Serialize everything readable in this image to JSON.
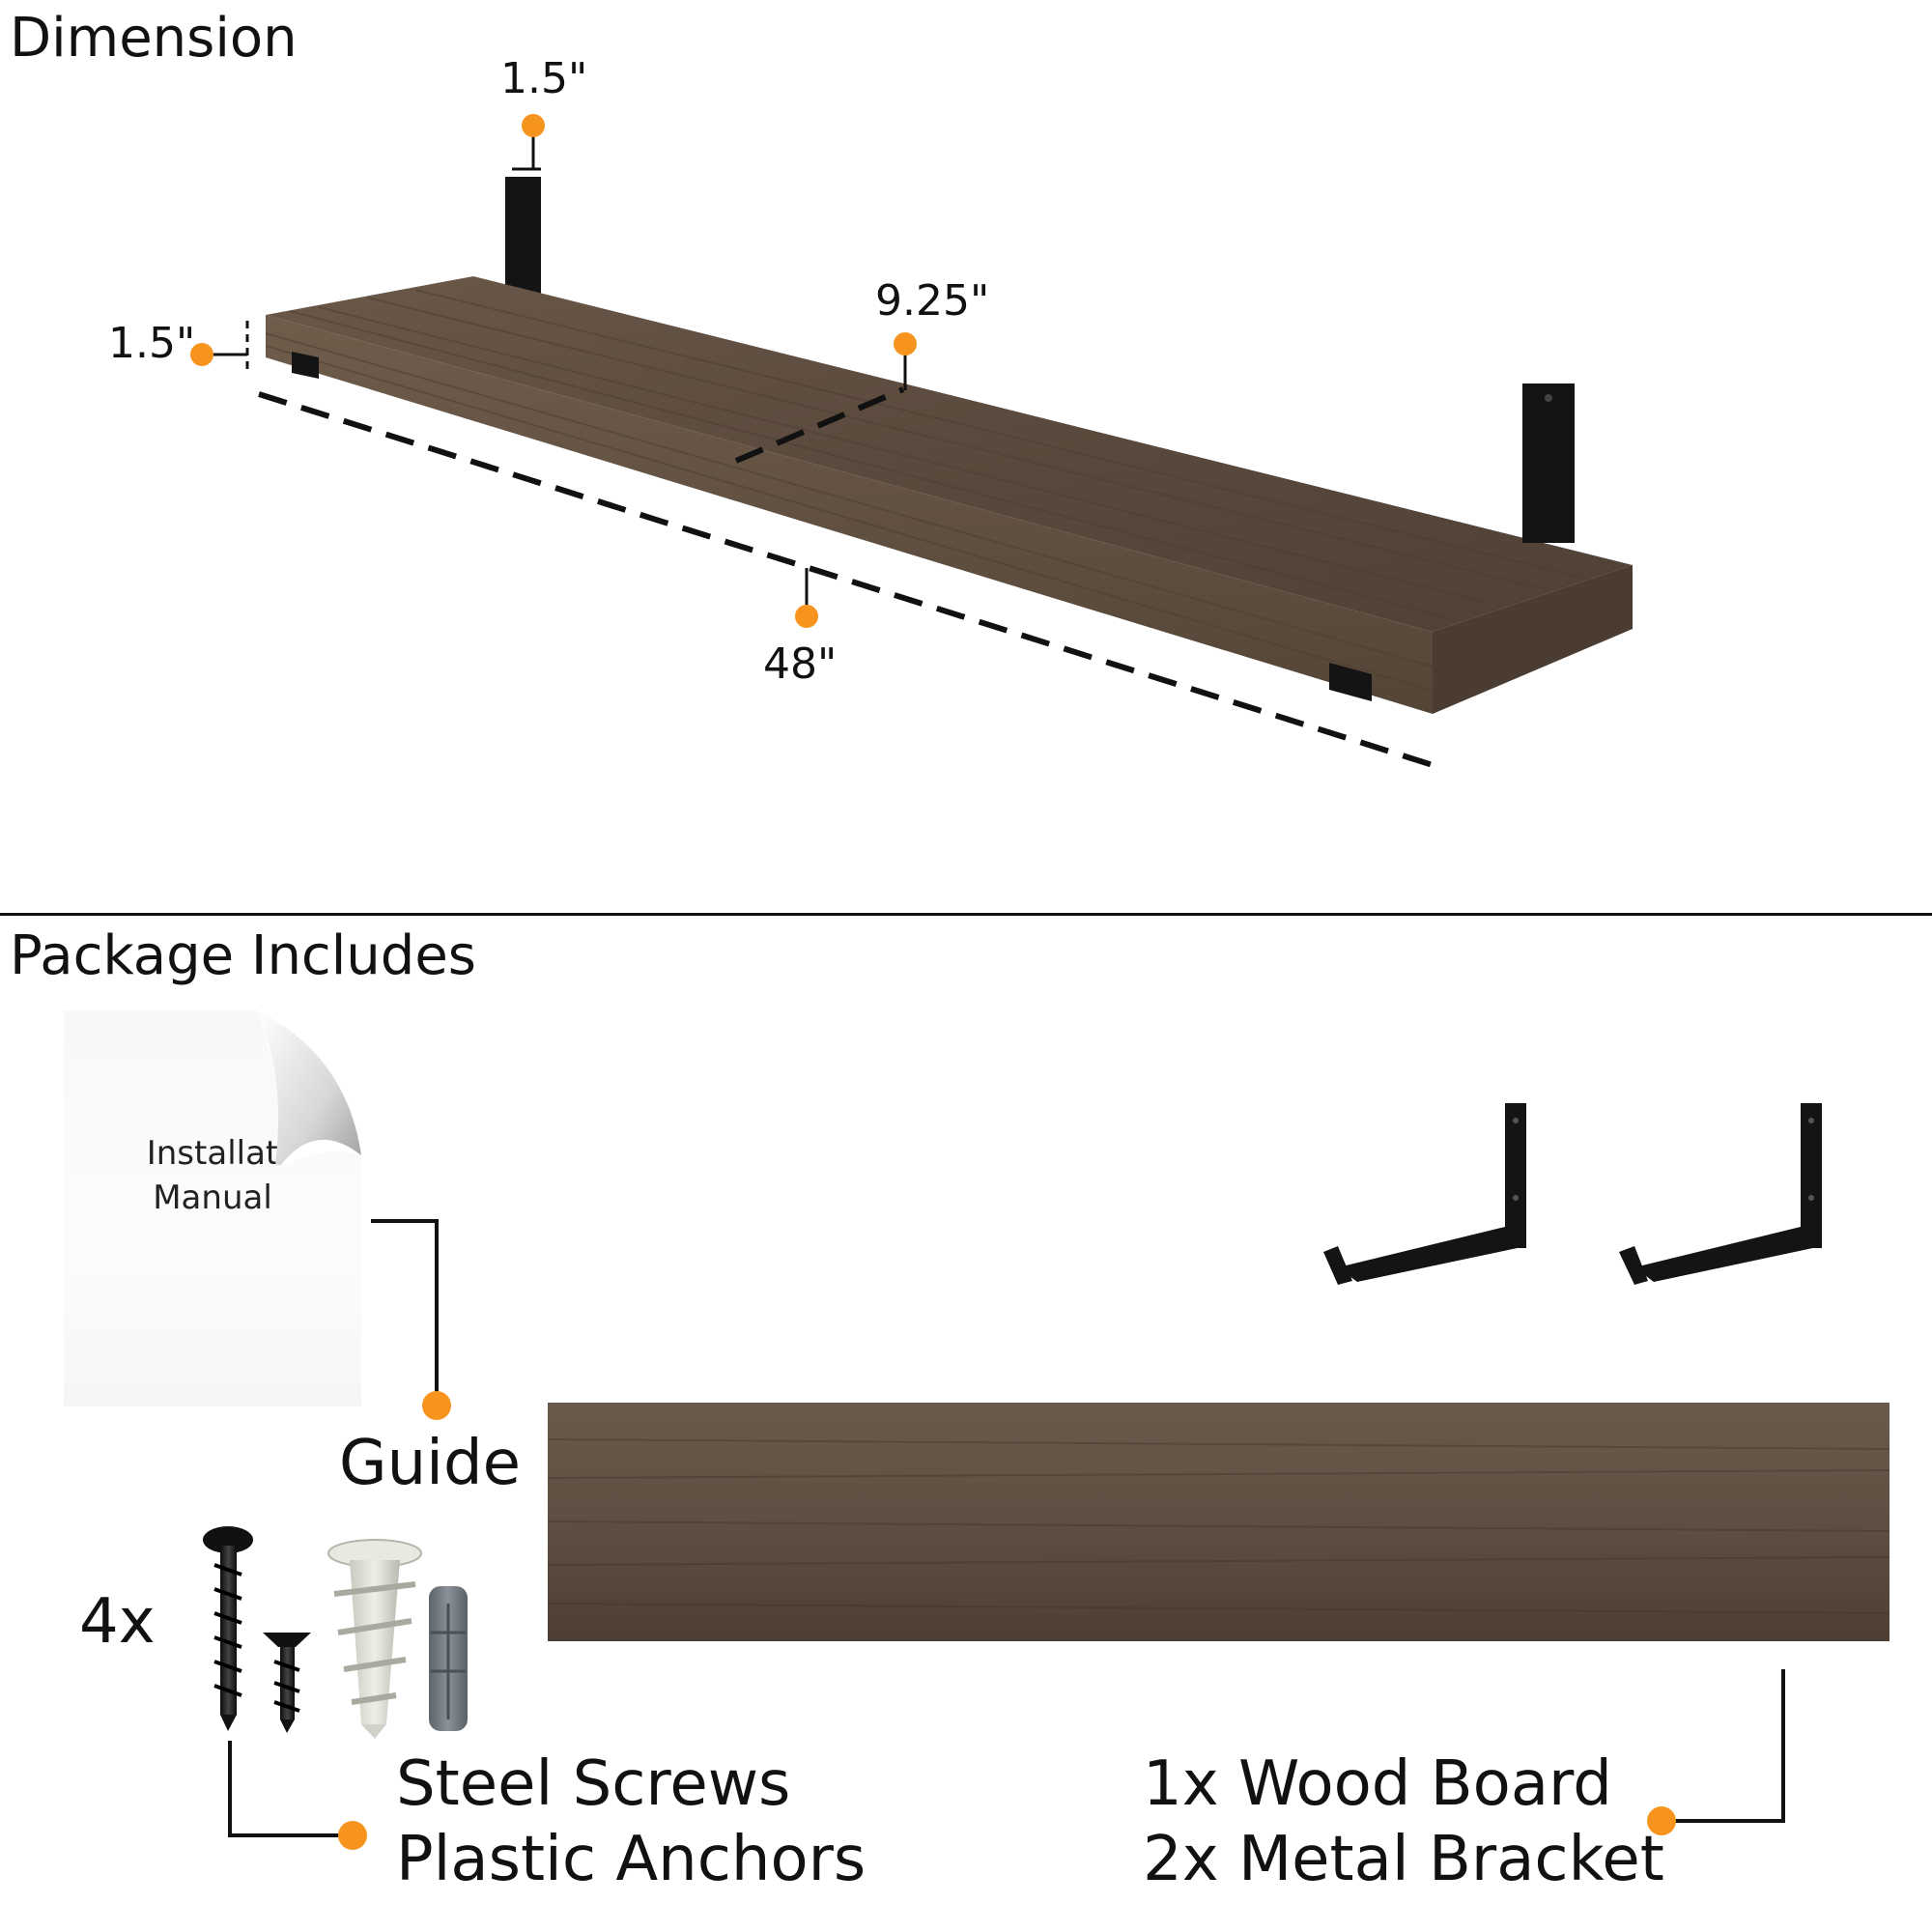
{
  "sections": {
    "dimension_title": "Dimension",
    "package_title": "Package Includes"
  },
  "dimensions": {
    "bracket_width": "1.5\"",
    "thickness": "1.5\"",
    "depth": "9.25\"",
    "length": "48\""
  },
  "package": {
    "manual_line1": "Installat",
    "manual_line2": "Manual",
    "guide_label": "Guide",
    "hardware_count": "4x",
    "hardware_line1": "Steel Screws",
    "hardware_line2": "Plastic Anchors",
    "board_line1": "1x Wood Board",
    "board_line2": "2x Metal Bracket"
  },
  "colors": {
    "accent": "#F7941D",
    "wood": "#5b4c3f",
    "metal": "#141414"
  }
}
